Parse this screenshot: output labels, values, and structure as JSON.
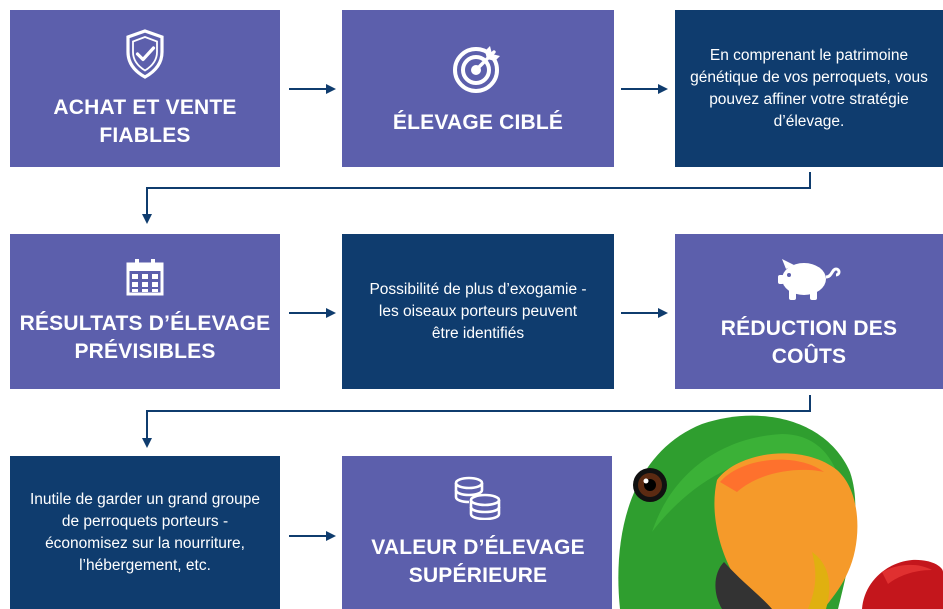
{
  "boxes": {
    "b1": {
      "title": "ACHAT ET VENTE FIABLES",
      "icon": "shield-check-icon",
      "color": "#5c5fac"
    },
    "b2": {
      "title": "ÉLEVAGE CIBLÉ",
      "icon": "target-arrow-icon",
      "color": "#5c5fac"
    },
    "b3": {
      "text": "En comprenant le patrimoine génétique de vos perroquets, vous pouvez affiner votre stratégie d’élevage.",
      "color": "#0f3c6e"
    },
    "b4": {
      "title": "RÉSULTATS D’ÉLEVAGE PRÉVISIBLES",
      "icon": "calendar-icon",
      "color": "#5c5fac"
    },
    "b5": {
      "text": "Possibilité de plus d’exogamie - les oiseaux porteurs peuvent être identifiés",
      "color": "#0f3c6e"
    },
    "b6": {
      "title": "RÉDUCTION DES COÛTS",
      "icon": "piggy-bank-icon",
      "color": "#5c5fac"
    },
    "b7": {
      "text": "Inutile de garder un grand groupe de perroquets porteurs - économisez sur la nourriture, l’hébergement, etc.",
      "color": "#0f3c6e"
    },
    "b8": {
      "title": "VALEUR D’ÉLEVAGE SUPÉRIEURE",
      "icon": "coins-icon",
      "color": "#5c5fac"
    }
  },
  "image": {
    "icon": "parrot-photo"
  },
  "colors": {
    "arrow": "#0f3c6e"
  }
}
